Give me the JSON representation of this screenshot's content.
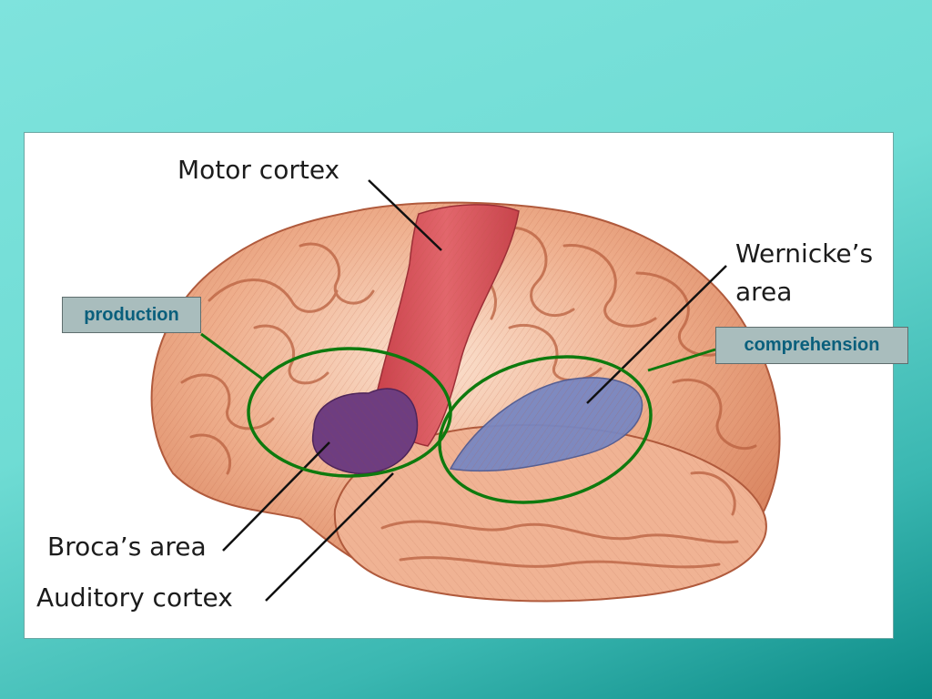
{
  "labels": {
    "motor_cortex": "Motor cortex",
    "wernickes_line1": "Wernicke’s",
    "wernickes_line2": "area",
    "brocas_area": "Broca’s area",
    "auditory_cortex": "Auditory cortex"
  },
  "callouts": {
    "production": "production",
    "comprehension": "comprehension"
  },
  "colors": {
    "brain_tissue": "#e8a07e",
    "motor_cortex": "#d9545a",
    "brocas_area": "#6a3a7a",
    "wernickes_area": "#6f7fb8",
    "highlight_ellipse": "#0e7a0e",
    "callout_text": "#0a5f7c",
    "callout_bg": "#a9bdbd"
  }
}
